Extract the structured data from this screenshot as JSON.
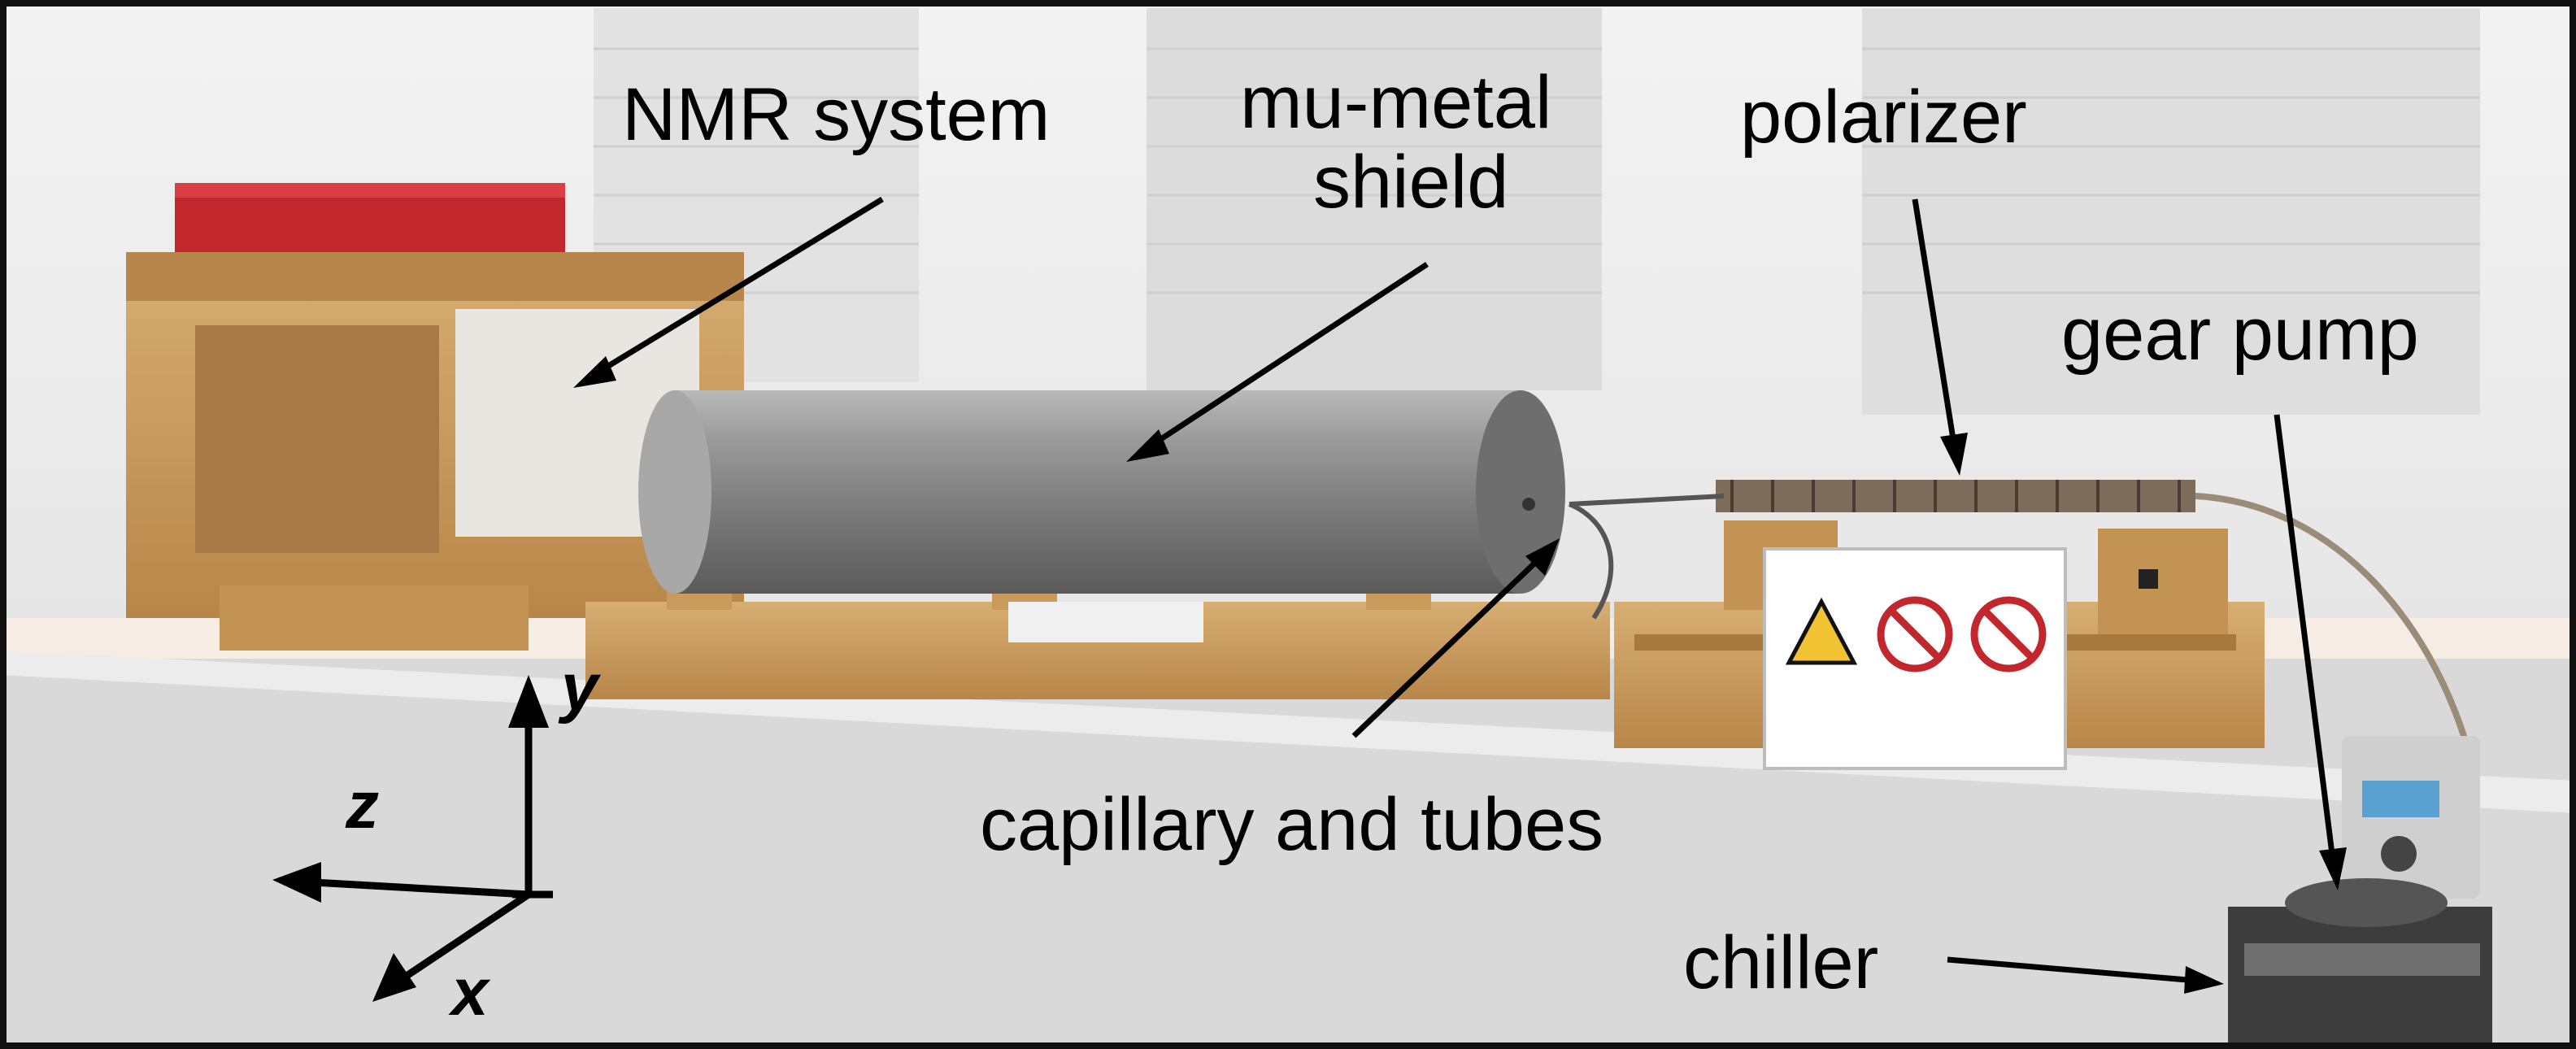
{
  "figure": {
    "labels": {
      "nmr_system": "NMR system",
      "mu_metal_line1": "mu-metal",
      "mu_metal_line2": "shield",
      "polarizer": "polarizer",
      "gear_pump": "gear pump",
      "capillary": "capillary and tubes",
      "chiller": "chiller"
    },
    "axes": {
      "x": "x",
      "y": "y",
      "z": "z"
    },
    "colors": {
      "frame": "#111111",
      "arrows": "#000000",
      "wall": "#ededed",
      "floor": "#d8d8d8",
      "wood": "#c79a5e",
      "cylinder": "#8d8d8d",
      "device_red": "#c1272d"
    }
  }
}
